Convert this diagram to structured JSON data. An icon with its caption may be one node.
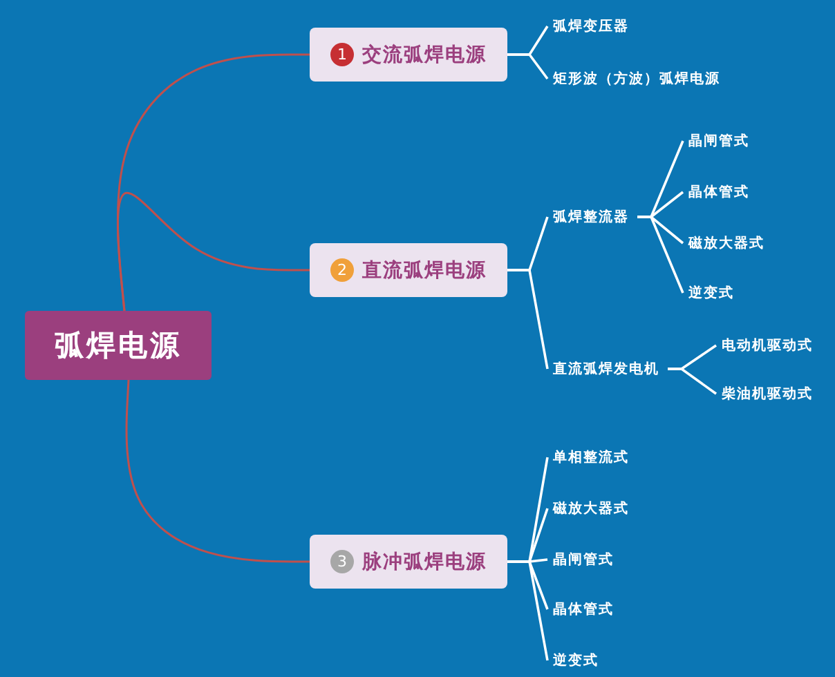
{
  "diagram": {
    "nodes": [
      {
        "text": [
          "弧焊电源"
        ]
      },
      {
        "text": [
          "1",
          "交流弧焊电源"
        ]
      },
      {
        "text": [
          "弧焊变压器"
        ]
      },
      {
        "text": [
          "矩形波（方波）弧焊电源"
        ]
      },
      {
        "text": [
          "2",
          "直流弧焊电源"
        ]
      },
      {
        "text": [
          "弧焊整流器"
        ]
      },
      {
        "text": [
          "晶闸管式"
        ]
      },
      {
        "text": [
          "晶体管式"
        ]
      },
      {
        "text": [
          "磁放大器式"
        ]
      },
      {
        "text": [
          "逆变式"
        ]
      },
      {
        "text": [
          "直流弧焊发电机"
        ]
      },
      {
        "text": [
          "电动机驱动式"
        ]
      },
      {
        "text": [
          "柴油机驱动式"
        ]
      },
      {
        "text": [
          "3",
          "脉冲弧焊电源"
        ]
      },
      {
        "text": [
          "单相整流式"
        ]
      },
      {
        "text": [
          "磁放大器式"
        ]
      },
      {
        "text": [
          "晶闸管式"
        ]
      },
      {
        "text": [
          "晶体管式"
        ]
      },
      {
        "text": [
          "逆变式"
        ]
      }
    ],
    "edges": [
      {
        "from": 0,
        "to": 1,
        "arrow": "none",
        "color": "#c0504d"
      },
      {
        "from": 1,
        "to": 2,
        "arrow": "none"
      },
      {
        "from": 1,
        "to": 3,
        "arrow": "none"
      },
      {
        "from": 0,
        "to": 4,
        "arrow": "none",
        "color": "#c0504d"
      },
      {
        "from": 4,
        "to": 5,
        "arrow": "none"
      },
      {
        "from": 5,
        "to": 6,
        "arrow": "none"
      },
      {
        "from": 5,
        "to": 7,
        "arrow": "none"
      },
      {
        "from": 5,
        "to": 8,
        "arrow": "none"
      },
      {
        "from": 5,
        "to": 9,
        "arrow": "none"
      },
      {
        "from": 4,
        "to": 10,
        "arrow": "none"
      },
      {
        "from": 10,
        "to": 11,
        "arrow": "none"
      },
      {
        "from": 10,
        "to": 12,
        "arrow": "none"
      },
      {
        "from": 0,
        "to": 13,
        "arrow": "none",
        "color": "#c0504d"
      },
      {
        "from": 13,
        "to": 14,
        "arrow": "none"
      },
      {
        "from": 13,
        "to": 15,
        "arrow": "none"
      },
      {
        "from": 13,
        "to": 16,
        "arrow": "none"
      },
      {
        "from": 13,
        "to": 17,
        "arrow": "none"
      },
      {
        "from": 13,
        "to": 18,
        "arrow": "none"
      }
    ]
  }
}
